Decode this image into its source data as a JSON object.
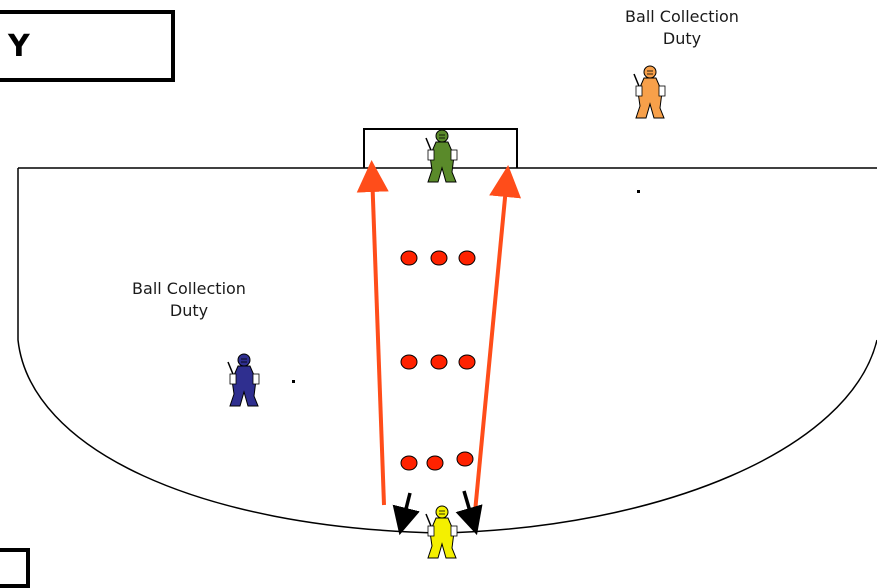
{
  "title_partial": "Y",
  "labels": {
    "top_right": {
      "line1": "Ball Collection",
      "line2": "Duty"
    },
    "left": {
      "line1": "Ball Collection",
      "line2": "Duty"
    }
  },
  "colors": {
    "arrow": "#ff4d1a",
    "ball": "#ff2200",
    "player_top_right": "#f7a04a",
    "player_goal": "#5a8a2a",
    "player_left": "#2f2f8f",
    "player_bottom": "#f4f000"
  },
  "icons": [
    "goalkeeper-icon",
    "arrow-icon",
    "ball-icon"
  ]
}
